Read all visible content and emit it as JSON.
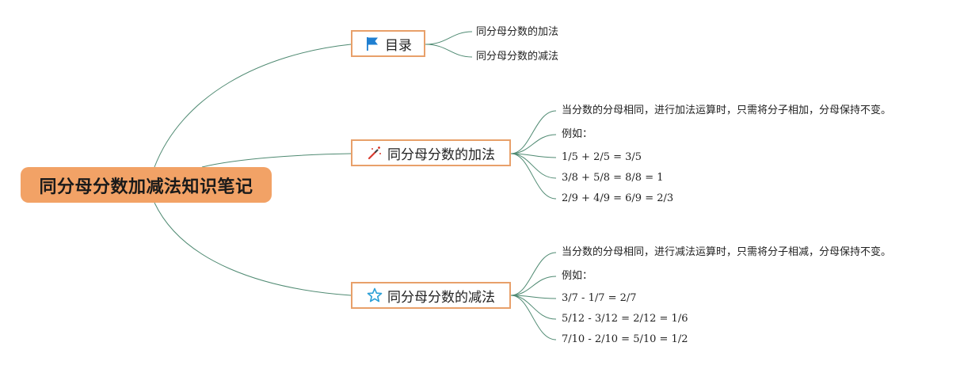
{
  "colors": {
    "root_fill": "#f2a266",
    "branch_border": "#e8a06a",
    "line": "#4f8a72",
    "flag_icon": "#1f7fd1",
    "wand_icon": "#d93b2f",
    "star_icon": "#2a9fd6"
  },
  "root": {
    "label": "同分母分数加减法知识笔记"
  },
  "branches": [
    {
      "label": "目录",
      "icon": "flag-icon",
      "leaves": [
        "同分母分数的加法",
        "同分母分数的减法"
      ]
    },
    {
      "label": "同分母分数的加法",
      "icon": "magic-wand-icon",
      "leaves": [
        "当分数的分母相同，进行加法运算时，只需将分子相加，分母保持不变。",
        "例如：",
        "1/5 + 2/5 = 3/5",
        "3/8 + 5/8 = 8/8 = 1",
        "2/9 + 4/9 = 6/9 = 2/3"
      ]
    },
    {
      "label": "同分母分数的减法",
      "icon": "star-icon",
      "leaves": [
        "当分数的分母相同，进行减法运算时，只需将分子相减，分母保持不变。",
        "例如：",
        "3/7 - 1/7 = 2/7",
        "5/12 - 3/12 = 2/12 = 1/6",
        "7/10 - 2/10 = 5/10 = 1/2"
      ]
    }
  ]
}
